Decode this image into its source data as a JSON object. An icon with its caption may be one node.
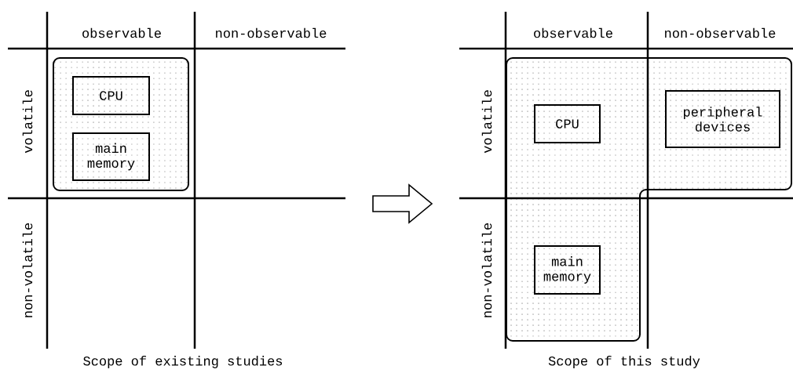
{
  "diagram": {
    "nodes": [
      {
        "text": [],
        "shape": "box"
      },
      {
        "text": [
          "CPU"
        ],
        "in": 0
      },
      {
        "text": [
          "main memory"
        ],
        "in": 0
      },
      {
        "text": [],
        "shape": "box"
      },
      {
        "text": [
          "CPU"
        ],
        "in": 3
      },
      {
        "text": [
          "peripheral devices"
        ],
        "in": 3
      },
      {
        "text": [
          "main memory"
        ],
        "in": 3
      }
    ],
    "labels": [
      "observable",
      "non-observable",
      "volatile",
      "non-volatile",
      "observable",
      "non-observable",
      "volatile",
      "non-volatile",
      "Scope of existing studies",
      "Scope of this study"
    ]
  }
}
